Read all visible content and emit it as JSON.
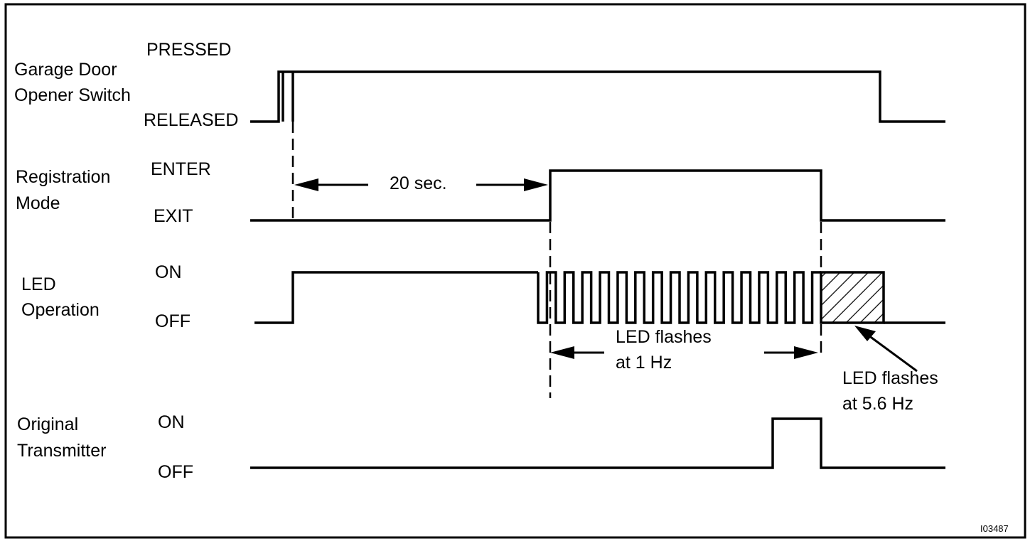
{
  "rows": {
    "garage": {
      "title_line1": "Garage Door",
      "title_line2": "Opener Switch",
      "high": "PRESSED",
      "low": "RELEASED"
    },
    "registration": {
      "title_line1": "Registration",
      "title_line2": "Mode",
      "high": "ENTER",
      "low": "EXIT"
    },
    "led": {
      "title_line1": "LED",
      "title_line2": "Operation",
      "high": "ON",
      "low": "OFF"
    },
    "transmitter": {
      "title_line1": "Original",
      "title_line2": "Transmitter",
      "high": "ON",
      "low": "OFF"
    }
  },
  "annotations": {
    "interval": "20 sec.",
    "flash_slow_line1": "LED flashes",
    "flash_slow_line2": "at 1 Hz",
    "flash_fast_line1": "LED flashes",
    "flash_fast_line2": "at 5.6 Hz"
  },
  "figure_id": "I03487",
  "colors": {
    "line": "#000000",
    "background": "#ffffff"
  }
}
